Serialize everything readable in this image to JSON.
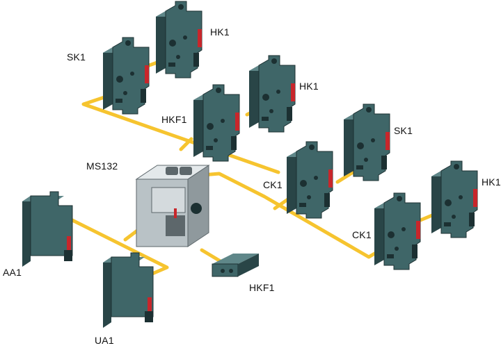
{
  "colors": {
    "connector": "#f6c42f",
    "module_front": "#3f6668",
    "module_side": "#294547",
    "module_top": "#5f8789",
    "module_dark": "#1c3032",
    "accent_red": "#c8262b",
    "accent_orange": "#e08a1a",
    "breaker_body": "#b9c2c6",
    "breaker_light": "#e4e9eb",
    "breaker_dark": "#5d676b",
    "text": "#111111"
  },
  "icons": {
    "module": "auxiliary-contact-block-icon",
    "breaker": "motor-protection-breaker-icon"
  },
  "labels": {
    "sk1_top": "SK1",
    "hk1_top": "HK1",
    "hk1_mid": "HK1",
    "hkf1_mid": "HKF1",
    "ms132": "MS132",
    "sk1_right": "SK1",
    "ck1_mid": "CK1",
    "hk1_right": "HK1",
    "ck1_low": "CK1",
    "aa1": "AA1",
    "hkf1_low": "HKF1",
    "ua1": "UA1"
  }
}
